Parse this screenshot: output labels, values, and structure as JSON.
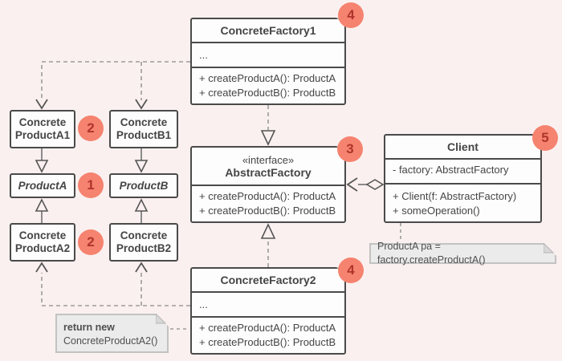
{
  "colors": {
    "accent": "#f5836f",
    "badge_number": "#b0342c",
    "box_border": "#4a4a4a",
    "background": "#faf0ef",
    "note_background": "#ebebeb"
  },
  "classes": {
    "concrete_factory_1": {
      "title": "ConcreteFactory1",
      "ellipsis": "...",
      "method1": "+ createProductA(): ProductA",
      "method2": "+ createProductB(): ProductB",
      "badge": "4"
    },
    "abstract_factory": {
      "stereotype": "«interface»",
      "title": "AbstractFactory",
      "method1": "+ createProductA(): ProductA",
      "method2": "+ createProductB(): ProductB",
      "badge": "3"
    },
    "concrete_factory_2": {
      "title": "ConcreteFactory2",
      "ellipsis": "...",
      "method1": "+ createProductA(): ProductA",
      "method2": "+ createProductB(): ProductB",
      "badge": "4"
    },
    "client": {
      "title": "Client",
      "field1": "- factory: AbstractFactory",
      "method1": "+ Client(f: AbstractFactory)",
      "method2": "+ someOperation()",
      "badge": "5"
    },
    "concrete_product_a1": {
      "line1": "Concrete",
      "line2": "ProductA1"
    },
    "concrete_product_b1": {
      "line1": "Concrete",
      "line2": "ProductB1"
    },
    "product_a": {
      "title": "ProductA"
    },
    "product_b": {
      "title": "ProductB"
    },
    "concrete_product_a2": {
      "line1": "Concrete",
      "line2": "ProductA2"
    },
    "concrete_product_b2": {
      "line1": "Concrete",
      "line2": "ProductB2"
    }
  },
  "badges": {
    "concrete_products_row1": "2",
    "product_interfaces_row": "1",
    "concrete_products_row2": "2"
  },
  "notes": {
    "client_note": "ProductA pa = factory.createProductA()",
    "factory_note_line1": "return new",
    "factory_note_line2": "ConcreteProductA2()"
  }
}
